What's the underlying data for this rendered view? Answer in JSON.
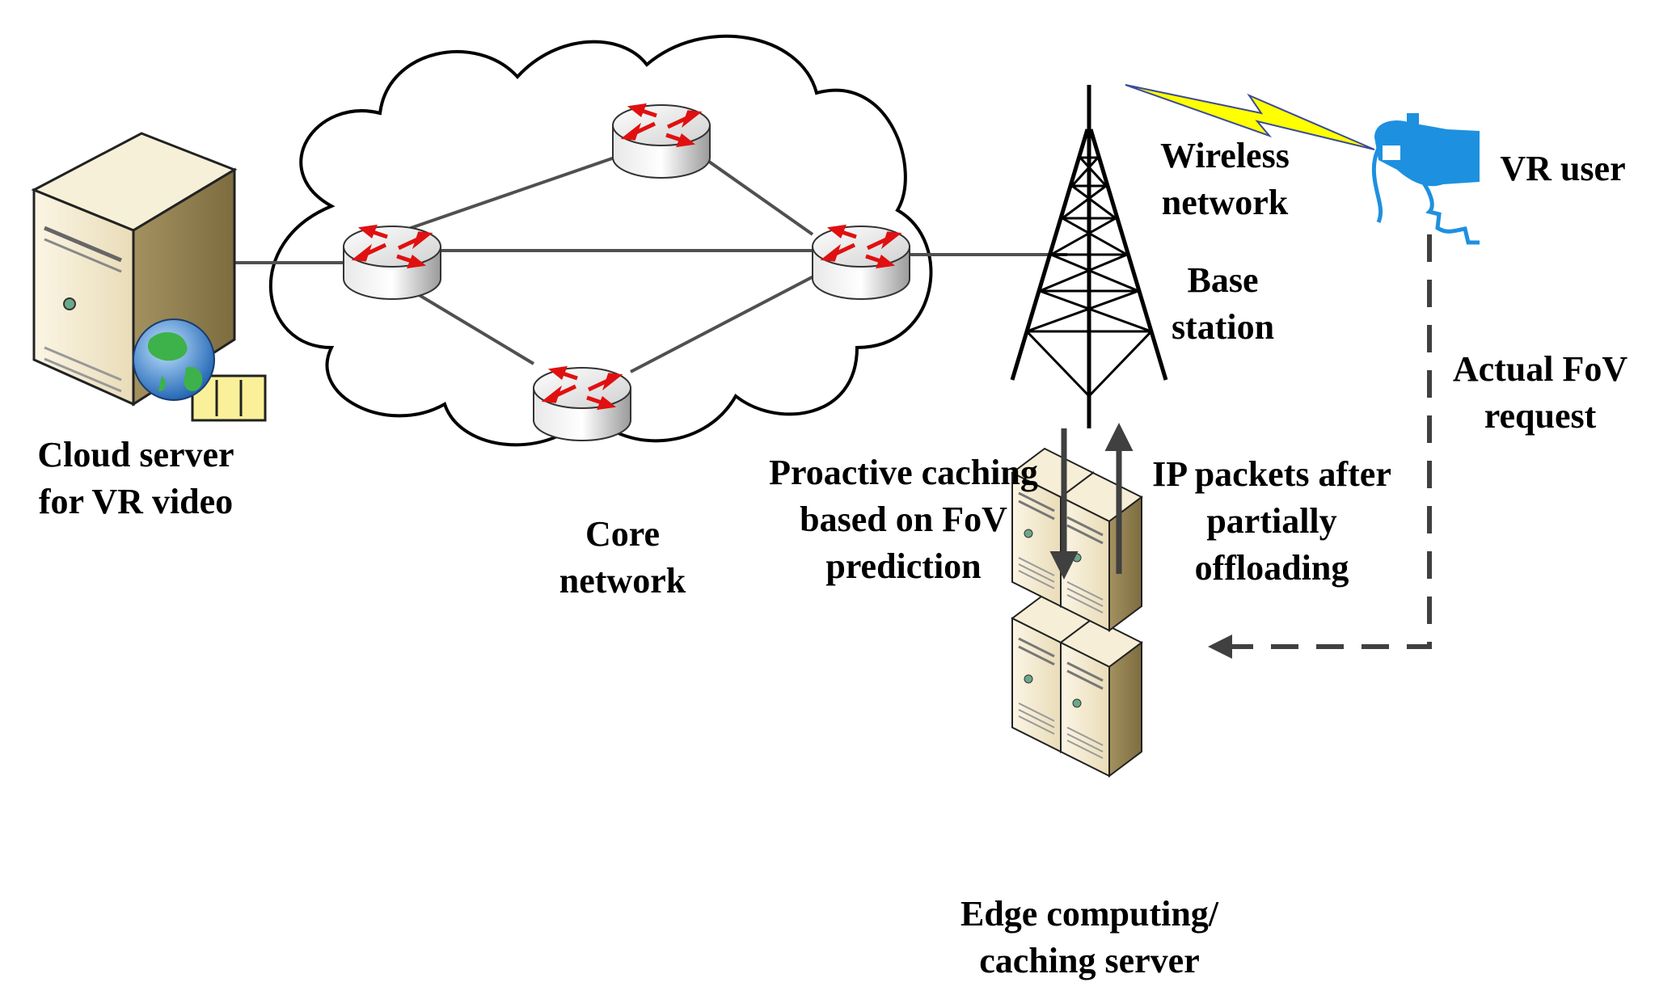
{
  "labels": {
    "cloud_server": [
      "Cloud server",
      "for VR video"
    ],
    "core_network": [
      "Core",
      "network"
    ],
    "wireless_network": [
      "Wireless",
      "network"
    ],
    "base_station": [
      "Base",
      "station"
    ],
    "vr_user": "VR user",
    "actual_fov": [
      "Actual FoV",
      "request"
    ],
    "proactive_caching": [
      "Proactive caching",
      "based on FoV",
      "prediction"
    ],
    "ip_packets": [
      "IP packets after",
      "partially",
      "offloading"
    ],
    "edge_server": [
      "Edge computing/",
      "caching server"
    ]
  },
  "colors": {
    "vr_headset": "#1e90e0",
    "router_arrows": "#e01010",
    "wireless_bolt": "#ffff00",
    "server_body": "#f3ebd3",
    "arrows": "#404040"
  }
}
